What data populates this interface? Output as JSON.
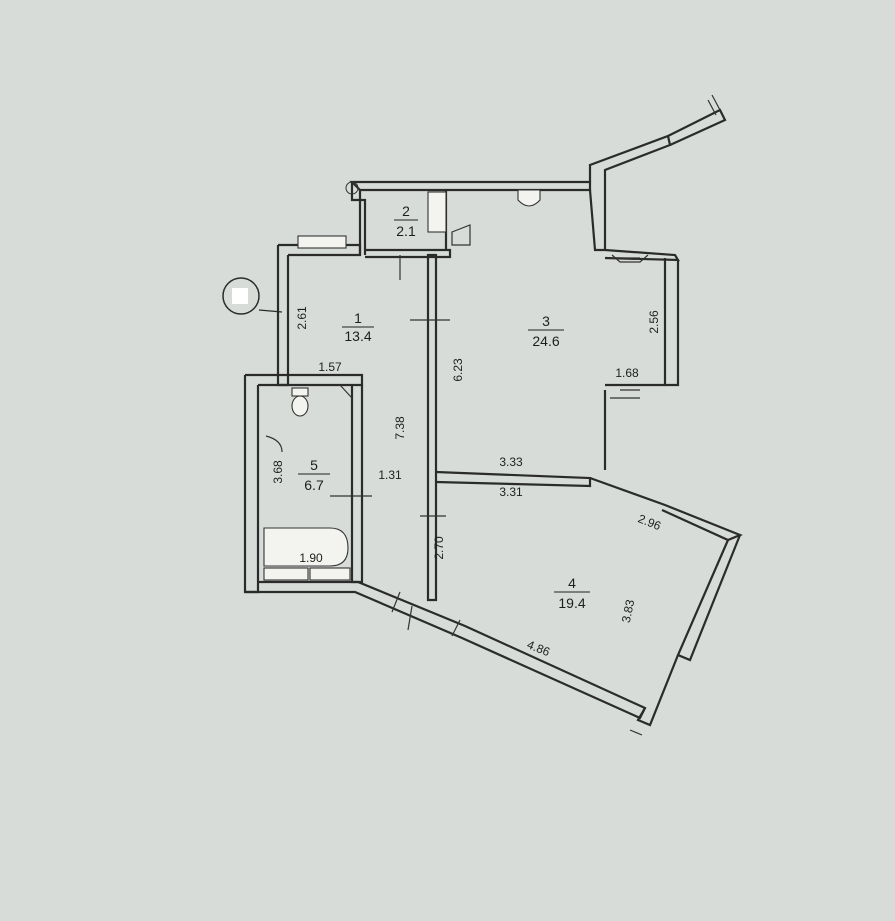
{
  "rooms": [
    {
      "number": "1",
      "area": "13.4"
    },
    {
      "number": "2",
      "area": "2.1"
    },
    {
      "number": "3",
      "area": "24.6"
    },
    {
      "number": "4",
      "area": "19.4"
    },
    {
      "number": "5",
      "area": "6.7"
    }
  ],
  "dimensions": {
    "d_2_61": "2.61",
    "d_1_57": "1.57",
    "d_6_23": "6.23",
    "d_7_38": "7.38",
    "d_3_68": "3.68",
    "d_1_31": "1.31",
    "d_1_90": "1.90",
    "d_2_70": "2.70",
    "d_3_33": "3.33",
    "d_3_31": "3.31",
    "d_2_56": "2.56",
    "d_1_68": "1.68",
    "d_2_96": "2.96",
    "d_4_86": "4.86",
    "d_3_83": "3.83"
  },
  "colors": {
    "paper": "#d7dcd8",
    "line": "#2b2b2b"
  }
}
